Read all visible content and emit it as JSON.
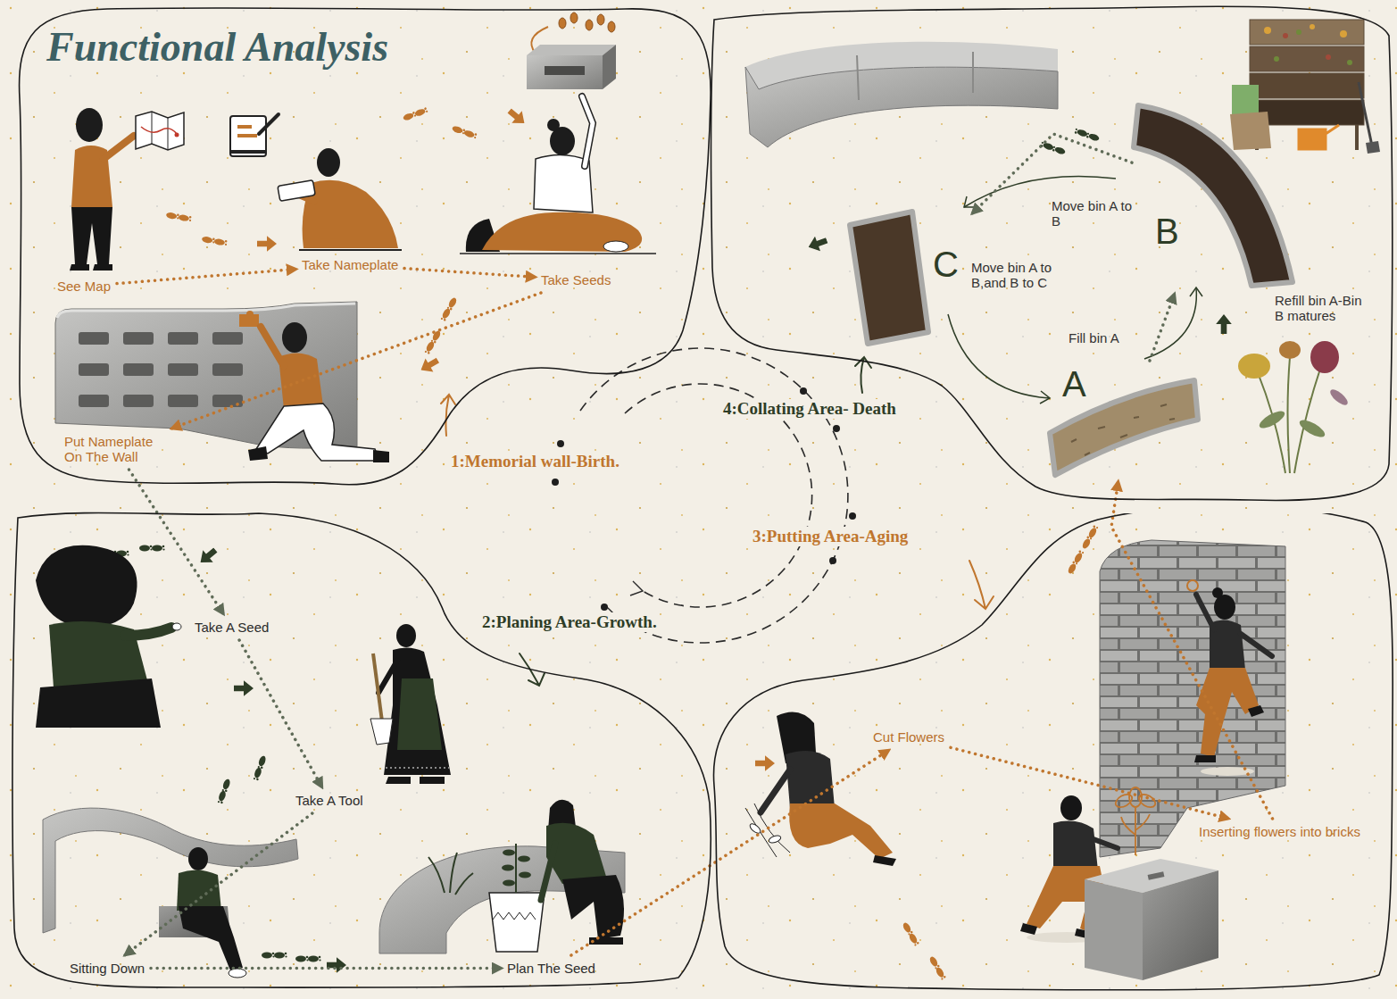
{
  "diagram": {
    "title": "Functional Analysis",
    "nodes": [
      {
        "text": [
          "1:Memorial wall-Birth."
        ]
      },
      {
        "text": [
          "See Map"
        ],
        "in": 0
      },
      {
        "text": [
          "Take Nameplate"
        ],
        "in": 0
      },
      {
        "text": [
          "Take Seeds"
        ],
        "in": 0
      },
      {
        "text": [
          "Put Nameplate On The Wall"
        ],
        "in": 0
      },
      {
        "text": [
          "2:Planing Area-Growth."
        ]
      },
      {
        "text": [
          "Take A Seed"
        ],
        "in": 5
      },
      {
        "text": [
          "Take A Tool"
        ],
        "in": 5
      },
      {
        "text": [
          "Sitting Down"
        ],
        "in": 5
      },
      {
        "text": [
          "Plan The Seed"
        ],
        "in": 5
      },
      {
        "text": [
          "3:Putting Area-Aging"
        ]
      },
      {
        "text": [
          "Cut Flowers"
        ],
        "in": 10
      },
      {
        "text": [
          "Inserting flowers into bricks"
        ],
        "in": 10
      },
      {
        "text": [
          "4:Collating Area- Death"
        ]
      },
      {
        "text": [
          "A"
        ],
        "in": 13
      },
      {
        "text": [
          "B"
        ],
        "in": 13
      },
      {
        "text": [
          "C"
        ],
        "in": 13
      }
    ],
    "edges": [
      {
        "from": 1,
        "to": 2,
        "arrow": "to"
      },
      {
        "from": 2,
        "to": 3,
        "arrow": "to"
      },
      {
        "from": 3,
        "to": 4,
        "arrow": "to"
      },
      {
        "from": 4,
        "to": 6,
        "arrow": "to"
      },
      {
        "from": 6,
        "to": 7,
        "arrow": "to"
      },
      {
        "from": 7,
        "to": 8,
        "arrow": "to"
      },
      {
        "from": 8,
        "to": 9,
        "arrow": "to"
      },
      {
        "from": 9,
        "to": 11,
        "arrow": "to"
      },
      {
        "from": 11,
        "to": 12,
        "arrow": "to"
      },
      {
        "from": 12,
        "to": 14,
        "arrow": "to"
      },
      {
        "from": 14,
        "to": 15,
        "arrow": "to"
      },
      {
        "from": 15,
        "to": 16,
        "arrow": "to"
      }
    ],
    "labels": [
      "Move bin A to B",
      "Move bin A to B,and B to C",
      "Refill bin A-Bin B matures",
      "Fill bin A"
    ]
  }
}
